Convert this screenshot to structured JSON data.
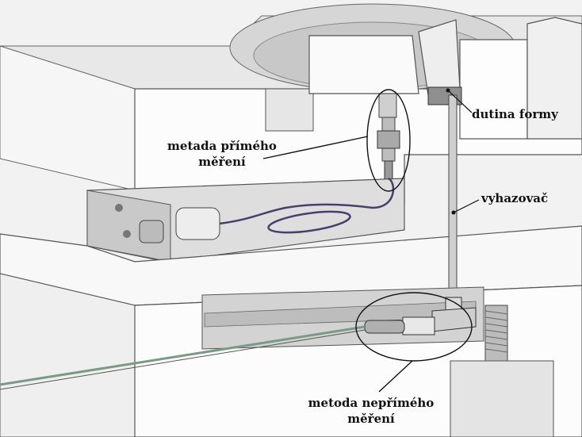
{
  "labels": {
    "direct_line1": "metada přímého",
    "direct_line2": "měření",
    "cavity": "dutina formy",
    "ejector": "vyhazovač",
    "indirect_line1": "metoda nepřímého",
    "indirect_line2": "měření"
  },
  "colors": {
    "background": "#f4f4f4",
    "block_top": "#e9e9e9",
    "block_front": "#fbfbfb",
    "block_side": "#dcdcdc",
    "edge": "#555555",
    "cable": "#4a3f6b",
    "cable_green": "#7a9a86",
    "metal": "#b9b9b9"
  }
}
